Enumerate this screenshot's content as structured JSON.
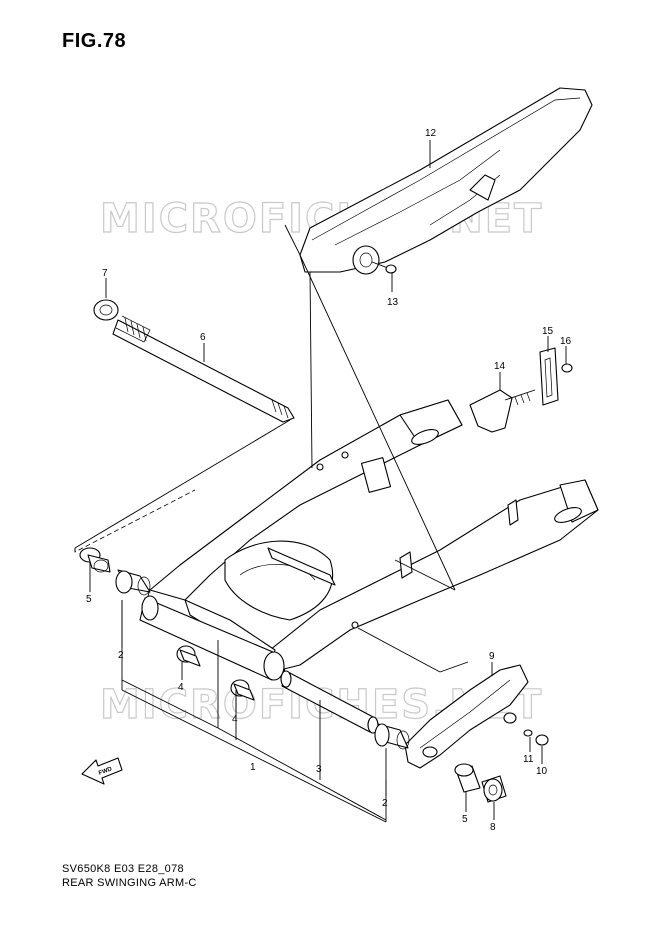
{
  "figure": {
    "title": "FIG.78",
    "caption_line1": "SV650K8 E03 E28_078",
    "caption_line2": "REAR SWINGING ARM-C",
    "watermark": "MICROFICHES.NET",
    "fwd_label": "FWD"
  },
  "callouts": [
    {
      "id": "c12",
      "label": "12"
    },
    {
      "id": "c13",
      "label": "13"
    },
    {
      "id": "c7",
      "label": "7"
    },
    {
      "id": "c6",
      "label": "6"
    },
    {
      "id": "c15",
      "label": "15"
    },
    {
      "id": "c16",
      "label": "16"
    },
    {
      "id": "c14",
      "label": "14"
    },
    {
      "id": "c5a",
      "label": "5"
    },
    {
      "id": "c2a",
      "label": "2"
    },
    {
      "id": "c4a",
      "label": "4"
    },
    {
      "id": "c4b",
      "label": "4"
    },
    {
      "id": "c1",
      "label": "1"
    },
    {
      "id": "c3",
      "label": "3"
    },
    {
      "id": "c9",
      "label": "9"
    },
    {
      "id": "c11",
      "label": "11"
    },
    {
      "id": "c10",
      "label": "10"
    },
    {
      "id": "c2b",
      "label": "2"
    },
    {
      "id": "c5b",
      "label": "5"
    },
    {
      "id": "c8",
      "label": "8"
    }
  ]
}
